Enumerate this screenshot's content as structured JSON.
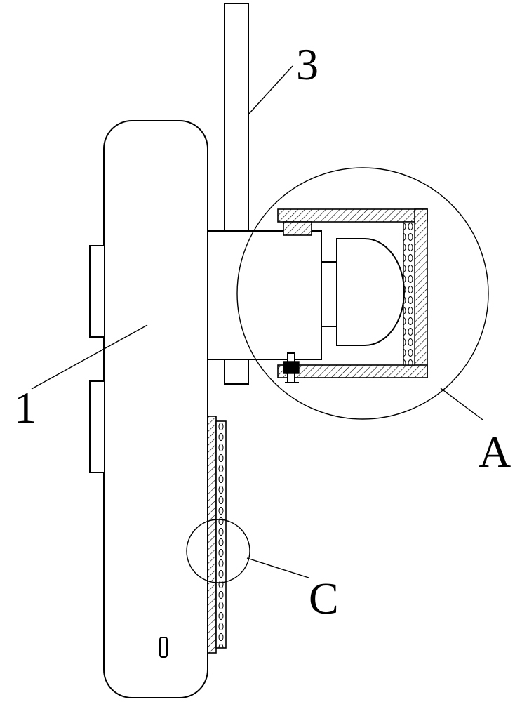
{
  "labels": {
    "part_1": "1",
    "part_3": "3",
    "detail_a": "A",
    "detail_c": "C"
  },
  "colors": {
    "stroke": "#000000",
    "background": "#ffffff"
  }
}
